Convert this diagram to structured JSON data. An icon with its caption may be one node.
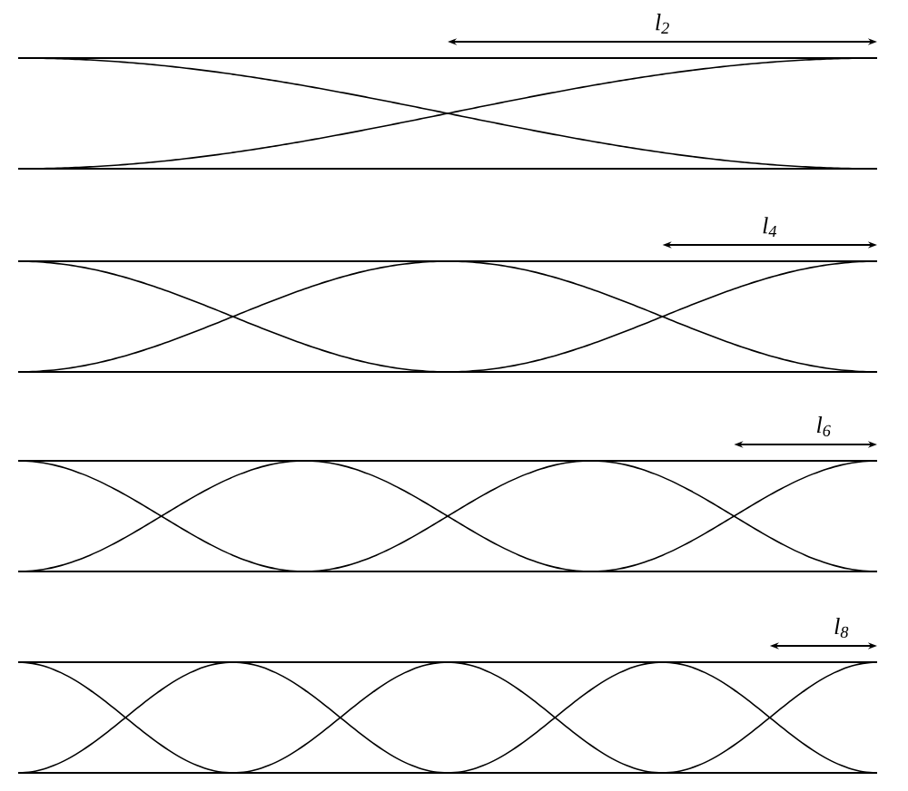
{
  "diagram": {
    "labels": [
      "l$_{2}$",
      "l$_{4}$",
      "l$_{6}$",
      "l$_{8}$"
    ]
  }
}
